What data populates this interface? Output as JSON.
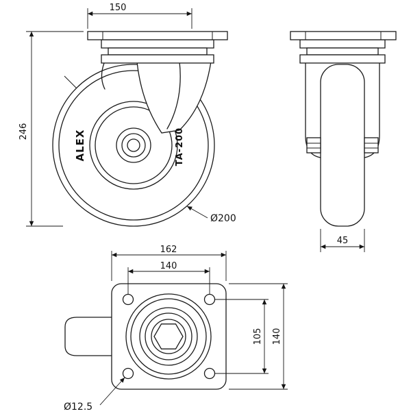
{
  "drawing_type": "swivel-caster-technical-drawing",
  "colors": {
    "line": "#1a1a1a",
    "dimension": "#141414",
    "background": "#ffffff"
  },
  "views": {
    "front": {
      "dim_top_plate": "150",
      "dim_overall_height": "246",
      "label_wheel_diameter": "Ø200",
      "label_brand": "ALEX",
      "label_model": "TA-200"
    },
    "side": {
      "dim_wheel_width": "45"
    },
    "plan": {
      "dim_plate_width": "162",
      "dim_bolt_pitch_x": "140",
      "dim_bolt_pitch_y": "105",
      "dim_plate_depth": "140",
      "label_bolt_hole_diameter": "Ø12.5"
    }
  }
}
